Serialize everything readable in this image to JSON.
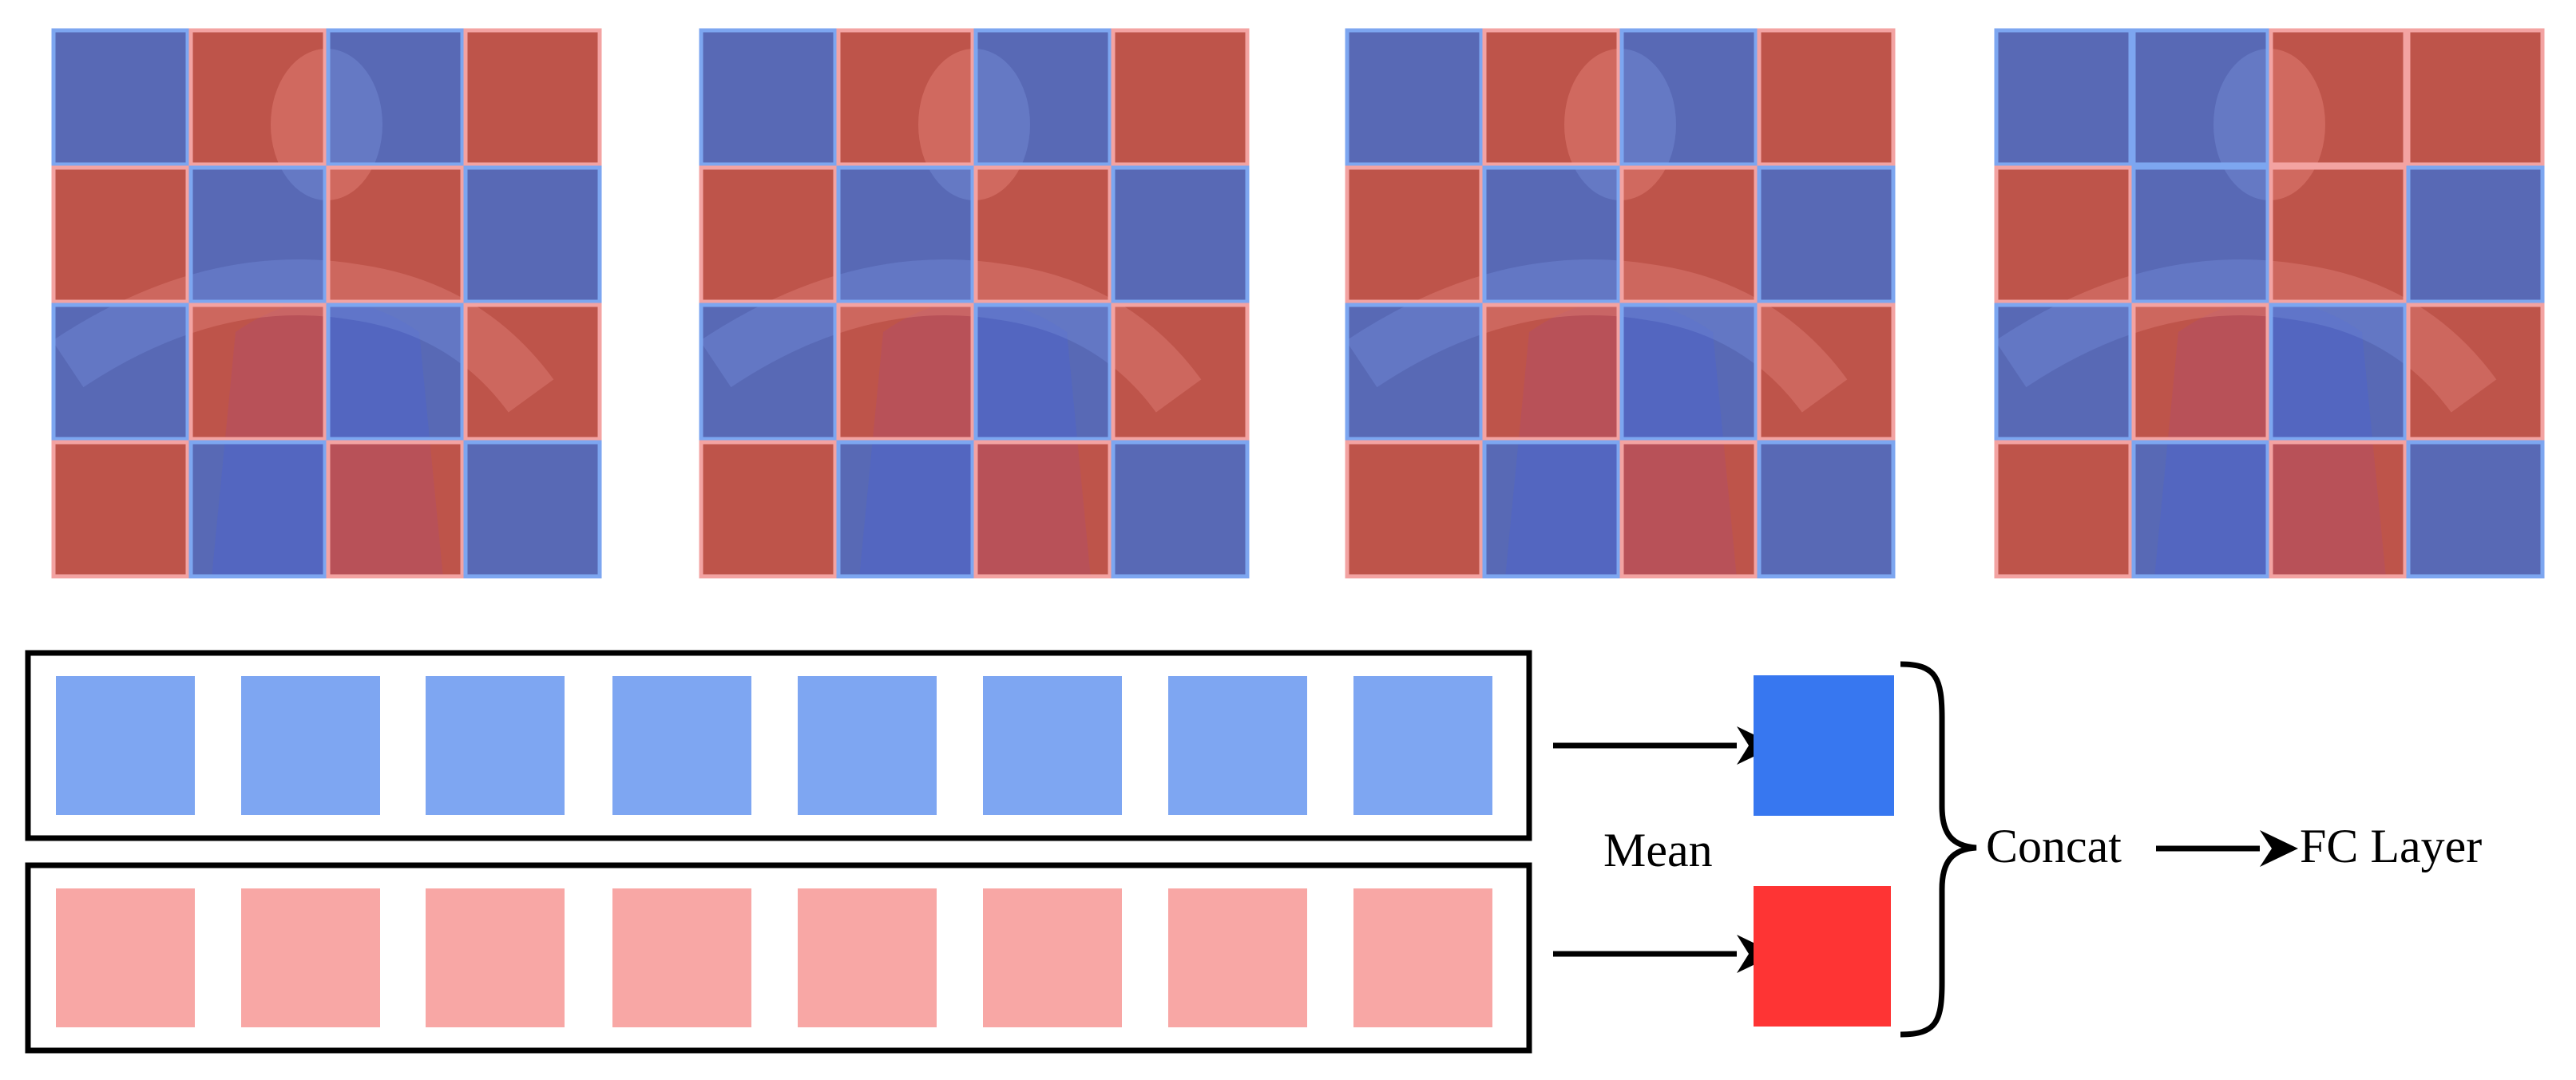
{
  "labels": {
    "mean": "Mean",
    "concat": "Concat",
    "fc_layer": "FC Layer"
  },
  "colors": {
    "blue_token": "#7ea6f2",
    "red_token": "#f8a7a5",
    "blue_mean": "#3777f0",
    "red_mean": "#fe3434",
    "blue_overlay": "#3f6fe0",
    "red_overlay": "#d5504d",
    "blue_outline": "#7da6f0",
    "red_outline": "#f3a3a2"
  },
  "frames": [
    {
      "patch_groups": [
        "blue",
        "red",
        "blue",
        "red",
        "red",
        "blue",
        "red",
        "blue",
        "blue",
        "red",
        "blue",
        "red",
        "red",
        "blue",
        "red",
        "blue"
      ]
    },
    {
      "patch_groups": [
        "blue",
        "red",
        "blue",
        "red",
        "red",
        "blue",
        "red",
        "blue",
        "blue",
        "red",
        "blue",
        "red",
        "red",
        "blue",
        "red",
        "blue"
      ]
    },
    {
      "patch_groups": [
        "blue",
        "red",
        "blue",
        "red",
        "red",
        "blue",
        "red",
        "blue",
        "blue",
        "red",
        "blue",
        "red",
        "red",
        "blue",
        "red",
        "blue"
      ]
    },
    {
      "patch_groups": [
        "blue",
        "blue",
        "red",
        "red",
        "red",
        "blue",
        "red",
        "blue",
        "blue",
        "red",
        "blue",
        "red",
        "red",
        "blue",
        "red",
        "blue"
      ]
    }
  ],
  "token_rows": [
    {
      "group": "blue",
      "count": 8
    },
    {
      "group": "red",
      "count": 8
    }
  ]
}
